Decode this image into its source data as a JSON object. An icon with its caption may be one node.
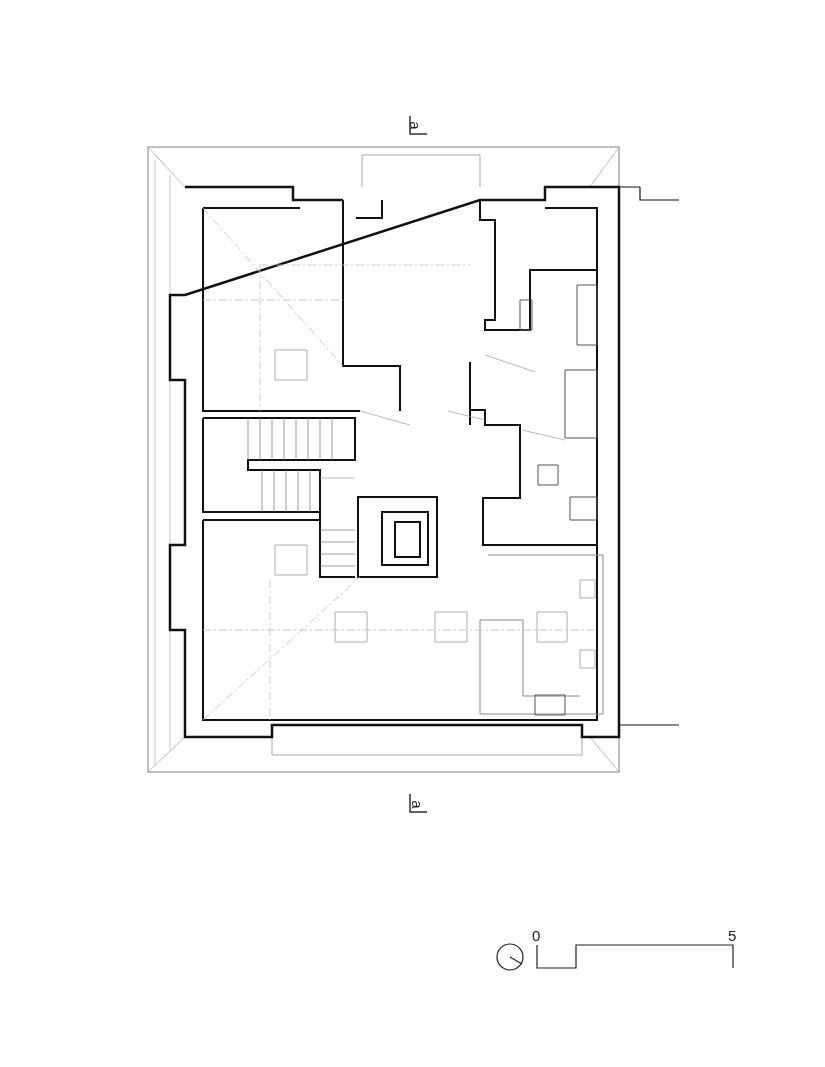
{
  "diagram": {
    "labels": [
      "a",
      "a",
      "0",
      "5"
    ]
  }
}
